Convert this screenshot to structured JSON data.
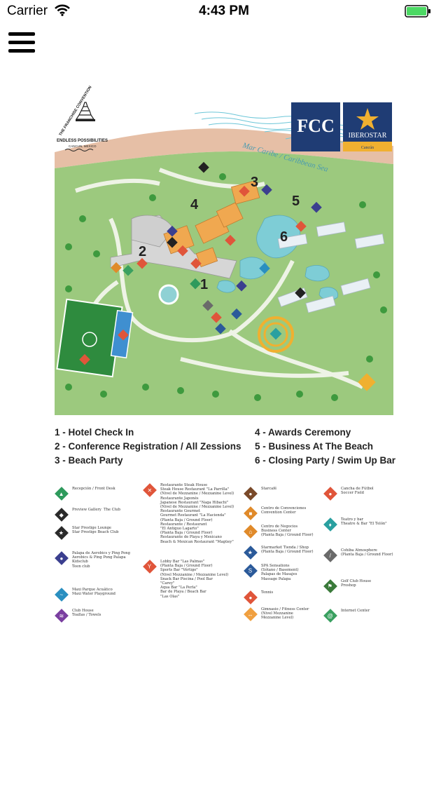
{
  "status_bar": {
    "carrier": "Carrier",
    "time": "4:43 PM"
  },
  "map": {
    "convention_title": "THE FRANCHISE CONVENTION",
    "convention_tagline": "ENDLESS POSSIBILITIES",
    "convention_location": "CANCUN, MEXICO",
    "fcc_logo": "FCC",
    "iberostar_logo": "IBEROSTAR",
    "iberostar_location": "Cancún",
    "sea_label": "Mar Caribe / Caribbean Sea",
    "markers": [
      "1",
      "2",
      "3",
      "4",
      "5",
      "6"
    ]
  },
  "locations": [
    {
      "label": "1 - Hotel Check In"
    },
    {
      "label": "2 - Conference Registration / All Zessions"
    },
    {
      "label": "3 - Beach Party"
    },
    {
      "label": "4 - Awards Ceremony"
    },
    {
      "label": "5 - Business At The Beach"
    },
    {
      "label": "6 - Closing Party / Swim Up Bar"
    }
  ],
  "legend": [
    {
      "text": "Recepción / Front Desk",
      "color": "#2e9a5c",
      "icon": "triangle-icon"
    },
    {
      "text": "Preview Gallery  The Club",
      "color": "#2a2a2a",
      "icon": "gallery-icon"
    },
    {
      "text": "Star Prestige Lounge\nStar Prestige Beach Club",
      "color": "#2a2a2a",
      "icon": "star-icon"
    },
    {
      "text": "Palapa de Aerobics y Ping Pong\nAerobics & Ping Pong Palapa\nKidsclub\nTeen club",
      "color": "#3b3f8f",
      "icon": "aerobics-icon"
    },
    {
      "text": "Maxi Parque Acuático\nMaxi Water Playground",
      "color": "#2a8fc0",
      "icon": "water-icon"
    },
    {
      "text": "Club House\nToallas / Towels",
      "color": "#7a3fa0",
      "icon": "towel-icon"
    },
    {
      "text": "Restaurante Steak House\nSteak House Restaurant \"La Parrilla\"\n(Nivel de Mezzanine / Mezzanine Level)\nRestaurante Japonés\nJapanese Restaurant \"Naga Hibachi\"\n(Nivel de Mezzanine / Mezzanine Level)\nRestaurante Gourmet\nGourmet Restaurant \"La Hacienda\"\n(Planta Baja / Ground Floor)\nRestaurante / Restaurant\n\"El Antiguo Lagarto\"\n(Planta Baja / Ground Floor)\nRestaurante de Playa y Mexicano\nBeach & Mexican Restaurant \"Magüey\"",
      "color": "#e0553a",
      "icon": "restaurant-icon"
    },
    {
      "text": "Lobby Bar \"Las Palmas\"\n(Planta Baja / Ground Floor)\nSports Bar \"Vértigo\"\n(Nivel Mezzanine / Mezzanine Level)\nSnack Bar Piscina / Pool Bar\n\"Carey\"\nAqua Bar \"La Perla\"\nBar de Playa / Beach Bar\n\"Las Olas\"",
      "color": "#e0553a",
      "icon": "bar-icon"
    },
    {
      "text": "Starcafé",
      "color": "#7a4a2a",
      "icon": "coffee-icon"
    },
    {
      "text": "Centro de Convenciones\nConvention Center",
      "color": "#e08a2a",
      "icon": "convention-icon"
    },
    {
      "text": "Centro de Negocios\nBusiness Center\n(Planta Baja / Ground Floor)",
      "color": "#e08a2a",
      "icon": "business-icon"
    },
    {
      "text": "Starmarket Tienda / Shop\n(Planta Baja / Ground Floor)",
      "color": "#2b5a9a",
      "icon": "shop-icon"
    },
    {
      "text": "SPA Sensations\n(Sótano / Basement)\nPalapas de Masajes\nMassage Palapa",
      "color": "#2b5a9a",
      "icon": "spa-icon"
    },
    {
      "text": "Tennis",
      "color": "#e0553a",
      "icon": "tennis-icon"
    },
    {
      "text": "Gimnasio / Fitness Center\n(Nivel Mezzanine\nMezzanine Level)",
      "color": "#f0a040",
      "icon": "gym-icon"
    },
    {
      "text": "Cancha de Fútbol\nSoccer Field",
      "color": "#e0553a",
      "icon": "soccer-icon"
    },
    {
      "text": "Teatro y bar\nTheatre & Bar \"El Telón\"",
      "color": "#2aa0a0",
      "icon": "theatre-icon"
    },
    {
      "text": "Cohiba Atmosphere\n(Planta Baja / Ground Floor)",
      "color": "#6a6a6a",
      "icon": "cigar-icon"
    },
    {
      "text": "Golf Club House\nProshop",
      "color": "#3a7a3a",
      "icon": "golf-icon"
    },
    {
      "text": "Internet Center",
      "color": "#3aa060",
      "icon": "internet-icon"
    }
  ]
}
